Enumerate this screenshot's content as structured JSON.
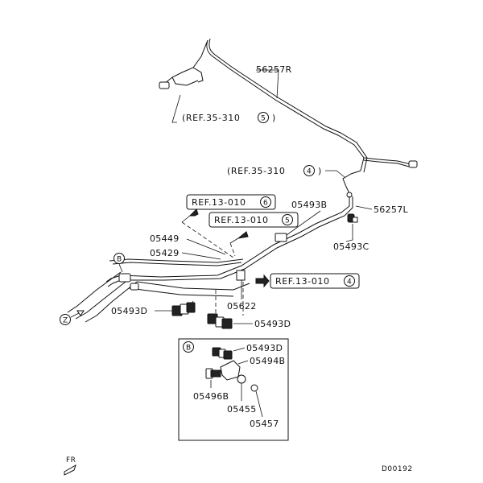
{
  "parts": {
    "p56257R": "56257R",
    "p56257L": "56257L",
    "p05493B": "05493B",
    "p05493C": "05493C",
    "p05449": "05449",
    "p05429": "05429",
    "p05622": "05622",
    "p05493D_left": "05493D",
    "p05493D_right": "05493D",
    "detail_05493D": "05493D",
    "detail_05494B": "05494B",
    "detail_05496B": "05496B",
    "detail_05455": "05455",
    "detail_05457": "05457"
  },
  "refs": {
    "ref1": {
      "text": "(REF.35-310",
      "num": "5",
      "close": ")"
    },
    "ref2": {
      "text": "(REF.35-310",
      "num": "4",
      "close": ")"
    },
    "ref3": {
      "text": "REF.13-010",
      "num": "6"
    },
    "ref4": {
      "text": "REF.13-010",
      "num": "5"
    },
    "ref5": {
      "text": "REF.13-010",
      "num": "4"
    }
  },
  "markers": {
    "callout_b": "B",
    "detail_b": "B",
    "view_z": "Z"
  },
  "front_label": "FR",
  "drawing_number": "D00192"
}
